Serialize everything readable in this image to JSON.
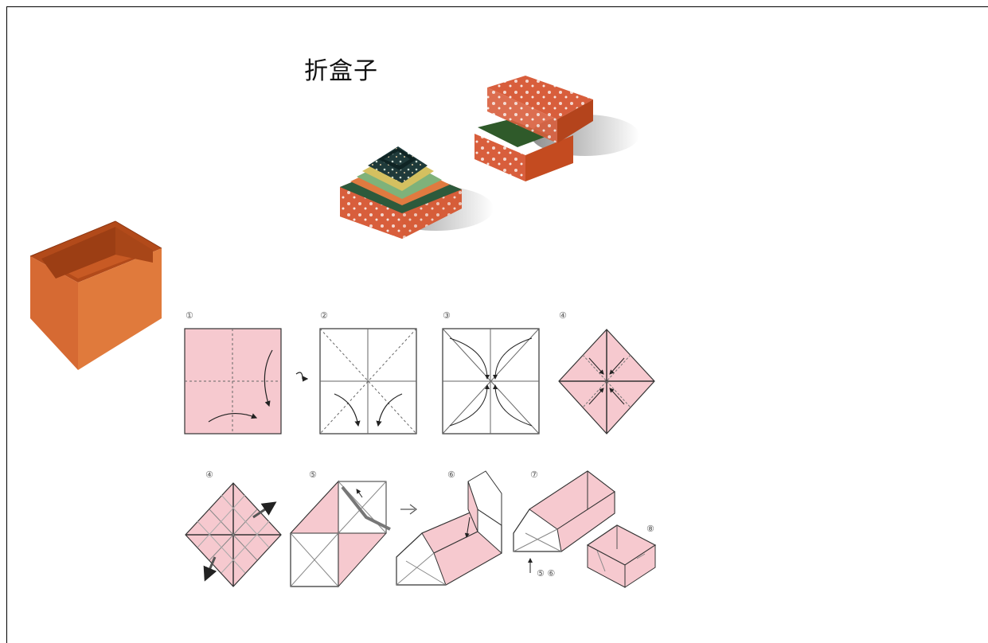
{
  "title": "折盒子",
  "colors": {
    "paper_pink": "#f6c9cf",
    "box_orange": "#d8642e",
    "box_orange_dark": "#b84a1c",
    "line": "#333333"
  },
  "step_labels": [
    "①",
    "②",
    "③",
    "④",
    "④",
    "⑤",
    "⑥",
    "⑦",
    "⑧"
  ],
  "annotations": {
    "step7_ref": "⑤ ⑥"
  }
}
